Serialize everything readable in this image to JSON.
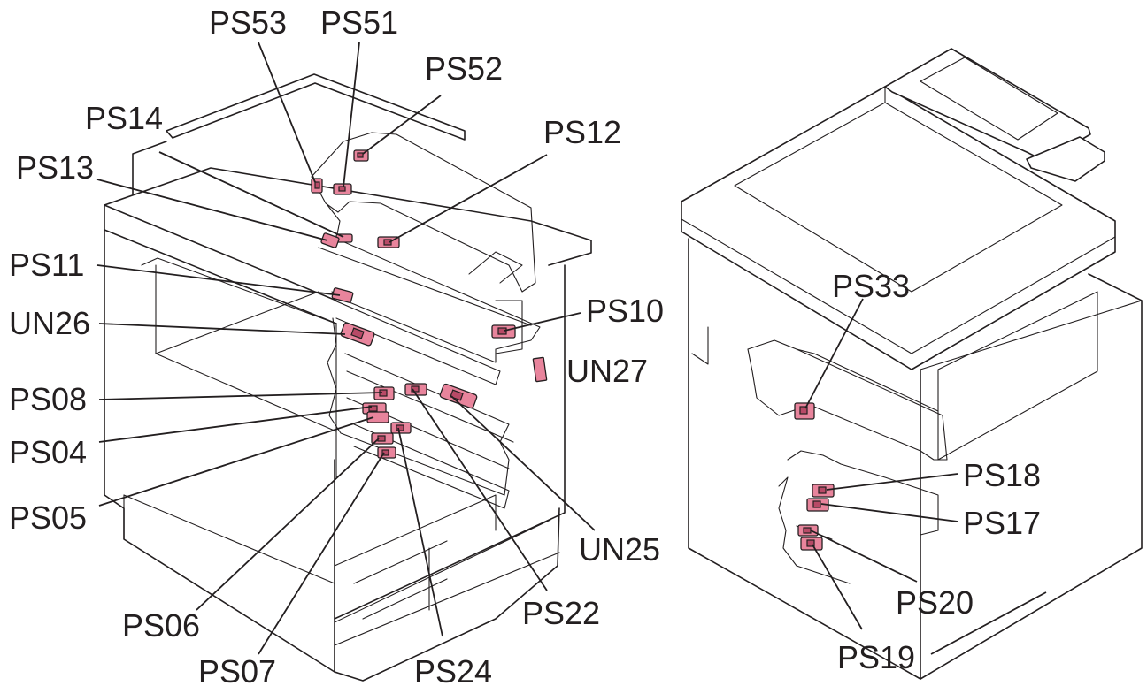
{
  "labels": {
    "ps53": "PS53",
    "ps51": "PS51",
    "ps52": "PS52",
    "ps14": "PS14",
    "ps12": "PS12",
    "ps13": "PS13",
    "ps11": "PS11",
    "un26": "UN26",
    "ps10": "PS10",
    "un27": "UN27",
    "ps08": "PS08",
    "ps04": "PS04",
    "ps05": "PS05",
    "un25": "UN25",
    "ps06": "PS06",
    "ps22": "PS22",
    "ps07": "PS07",
    "ps24": "PS24",
    "ps33": "PS33",
    "ps18": "PS18",
    "ps17": "PS17",
    "ps20": "PS20",
    "ps19": "PS19"
  },
  "colors": {
    "sensor": "#e8849c",
    "sensor_dark": "#b84a67",
    "line": "#231f20",
    "background": "#ffffff"
  }
}
